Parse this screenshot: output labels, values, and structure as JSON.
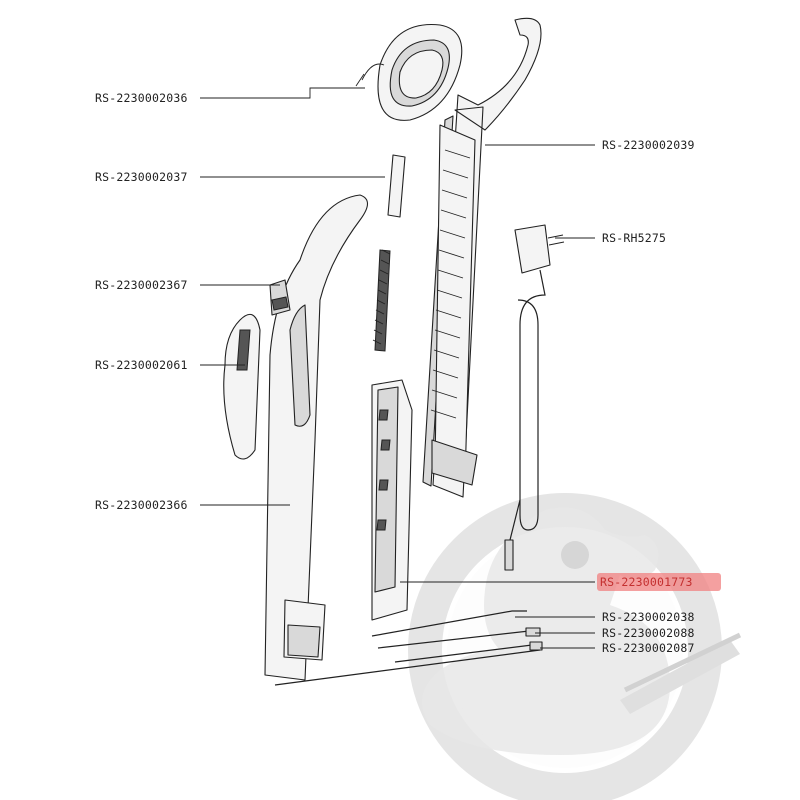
{
  "callouts": [
    {
      "id": "rs-2230002036",
      "text": "RS-2230002036"
    },
    {
      "id": "rs-2230002037",
      "text": "RS-2230002037"
    },
    {
      "id": "rs-2230002367",
      "text": "RS-2230002367"
    },
    {
      "id": "rs-2230002061",
      "text": "RS-2230002061"
    },
    {
      "id": "rs-2230002366",
      "text": "RS-2230002366"
    },
    {
      "id": "rs-2230002039",
      "text": "RS-2230002039"
    },
    {
      "id": "rs-rh5275",
      "text": "RS-RH5275"
    },
    {
      "id": "rs-2230001773",
      "text": "RS-2230001773",
      "highlighted": true
    },
    {
      "id": "rs-2230002038",
      "text": "RS-2230002038"
    },
    {
      "id": "rs-2230002088",
      "text": "RS-2230002088"
    },
    {
      "id": "rs-2230002087",
      "text": "RS-2230002087"
    }
  ],
  "colors": {
    "highlight": "#f08080",
    "watermark": "#e6e6e6",
    "line": "#222222"
  },
  "watermark_icon": "duck-logo-icon"
}
